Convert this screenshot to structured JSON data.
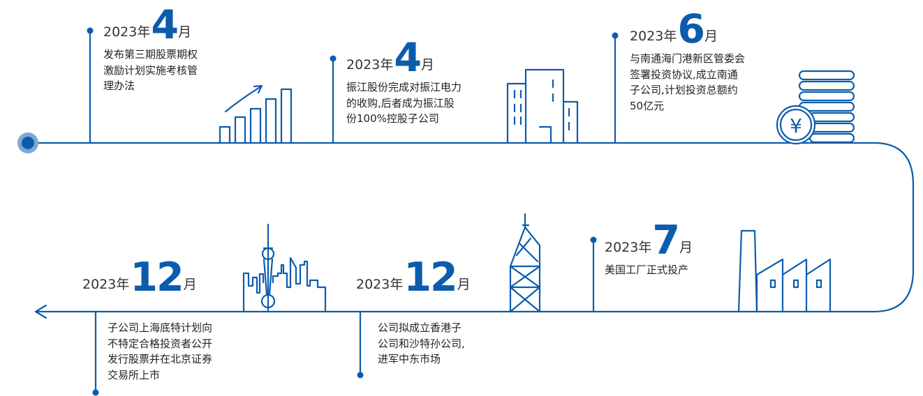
{
  "colors": {
    "primary": "#0b5cad",
    "text": "#222222"
  },
  "milestones": [
    {
      "year": "2023年",
      "month": "4",
      "month_unit": "月",
      "lines": [
        "发布第三期股票期权",
        "激励计划实施考核管",
        "理办法"
      ]
    },
    {
      "year": "2023年",
      "month": "4",
      "month_unit": "月",
      "lines": [
        "振江股份完成对振江电力",
        "的收购,后者成为振江股",
        "份100%控股子公司"
      ]
    },
    {
      "year": "2023年",
      "month": "6",
      "month_unit": "月",
      "lines": [
        "与南通海门港新区管委会",
        "签署投资协议,成立南通",
        "子公司,计划投资总额约",
        "50亿元"
      ]
    },
    {
      "year": "2023年",
      "month": "7",
      "month_unit": "月",
      "lines": [
        "美国工厂正式投产"
      ]
    },
    {
      "year": "2023年",
      "month": "12",
      "month_unit": "月",
      "lines": [
        "公司拟成立香港子",
        "公司和沙特孙公司,",
        "进军中东市场"
      ]
    },
    {
      "year": "2023年",
      "month": "12",
      "month_unit": "月",
      "lines": [
        "子公司上海底特计划向",
        "不特定合格投资者公开",
        "发行股票并在北京证券",
        "交易所上市"
      ]
    }
  ],
  "icons": {
    "growth": "growth-chart-icon",
    "buildings": "office-buildings-icon",
    "coins": "coin-stack-icon",
    "currency_symbol": "¥",
    "factory": "factory-icon",
    "hk_tower": "hong-kong-tower-icon",
    "shanghai": "shanghai-skyline-icon"
  }
}
